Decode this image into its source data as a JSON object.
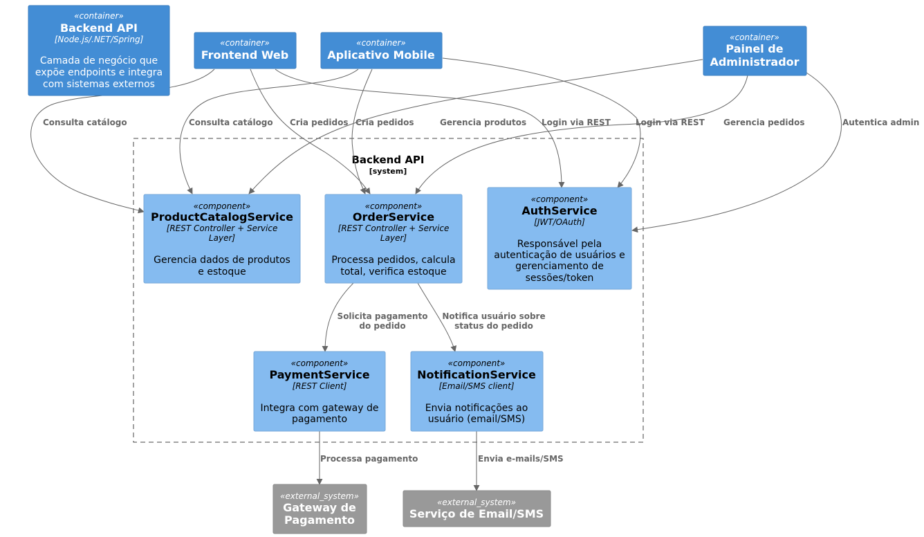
{
  "boundary": {
    "title": "Backend API",
    "subtitle": "[system]"
  },
  "nodes": {
    "backend_api": {
      "stereotype": "«container»",
      "title": "Backend API",
      "tech": "[Node.js/.NET/Spring]",
      "description": [
        "Camada de negócio que",
        "expõe endpoints e integra",
        "com sistemas externos"
      ]
    },
    "frontend_web": {
      "stereotype": "«container»",
      "title": "Frontend Web"
    },
    "mobile_app": {
      "stereotype": "«container»",
      "title": "Aplicativo Mobile"
    },
    "admin_panel": {
      "stereotype": "«container»",
      "title": [
        "Painel de",
        "Administrador"
      ]
    },
    "product_catalog": {
      "stereotype": "«component»",
      "title": "ProductCatalogService",
      "tech": [
        "[REST Controller + Service",
        "Layer]"
      ],
      "description": [
        "Gerencia dados de produtos",
        "e estoque"
      ]
    },
    "order_service": {
      "stereotype": "«component»",
      "title": "OrderService",
      "tech": [
        "[REST Controller + Service",
        "Layer]"
      ],
      "description": [
        "Processa pedidos, calcula",
        "total, verifica estoque"
      ]
    },
    "auth_service": {
      "stereotype": "«component»",
      "title": "AuthService",
      "tech": "[JWT/OAuth]",
      "description": [
        "Responsável pela",
        "autenticação de usuários e",
        "gerenciamento de",
        "sessões/token"
      ]
    },
    "payment_service": {
      "stereotype": "«component»",
      "title": "PaymentService",
      "tech": "[REST Client]",
      "description": [
        "Integra com gateway de",
        "pagamento"
      ]
    },
    "notification_service": {
      "stereotype": "«component»",
      "title": "NotificationService",
      "tech": "[Email/SMS client]",
      "description": [
        "Envia notificações ao",
        "usuário (email/SMS)"
      ]
    },
    "payment_gateway": {
      "stereotype": "«external_system»",
      "title": [
        "Gateway de",
        "Pagamento"
      ]
    },
    "email_sms": {
      "stereotype": "«external_system»",
      "title": "Serviço de Email/SMS"
    }
  },
  "edges": [
    {
      "label": "Consulta catálogo",
      "from": "Frontend Web",
      "to": "ProductCatalogService"
    },
    {
      "label": "Consulta catálogo",
      "from": "Aplicativo Mobile",
      "to": "ProductCatalogService"
    },
    {
      "label": "Cria pedidos",
      "from": "Frontend Web",
      "to": "OrderService"
    },
    {
      "label": "Cria pedidos",
      "from": "Aplicativo Mobile",
      "to": "OrderService"
    },
    {
      "label": "Gerencia produtos",
      "from": "Painel de Administrador",
      "to": "ProductCatalogService"
    },
    {
      "label": "Login via REST",
      "from": "Frontend Web",
      "to": "AuthService"
    },
    {
      "label": "Login via REST",
      "from": "Aplicativo Mobile",
      "to": "AuthService"
    },
    {
      "label": "Gerencia pedidos",
      "from": "Painel de Administrador",
      "to": "OrderService"
    },
    {
      "label": "Autentica admin",
      "from": "Painel de Administrador",
      "to": "AuthService"
    },
    {
      "label": [
        "Solicita pagamento",
        "do pedido"
      ],
      "from": "OrderService",
      "to": "PaymentService"
    },
    {
      "label": [
        "Notifica usuário sobre",
        "status do pedido"
      ],
      "from": "OrderService",
      "to": "NotificationService"
    },
    {
      "label": "Processa pagamento",
      "from": "PaymentService",
      "to": "Gateway de Pagamento"
    },
    {
      "label": "Envia e-mails/SMS",
      "from": "NotificationService",
      "to": "Serviço de Email/SMS"
    }
  ],
  "colors": {
    "container": "#438dd5",
    "component": "#85bbf0",
    "external_system": "#999999",
    "edge": "#666666"
  }
}
